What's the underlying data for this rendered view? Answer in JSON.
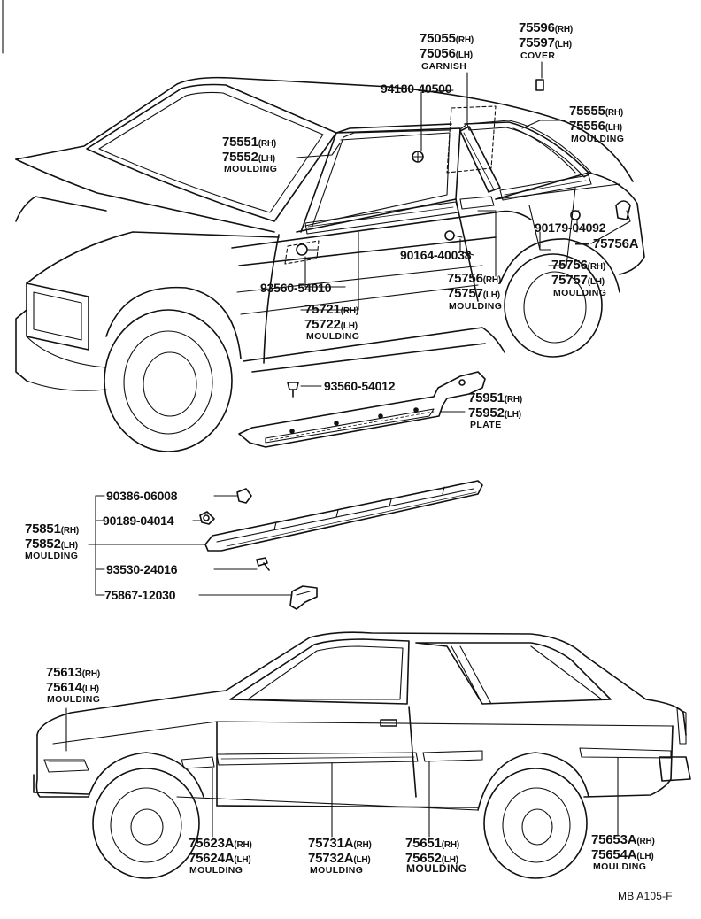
{
  "callouts": {
    "garnish": {
      "rh": "75055",
      "rh_side": "(RH)",
      "lh": "75056",
      "lh_side": "(LH)",
      "name": "GARNISH"
    },
    "cover": {
      "rh": "75596",
      "rh_side": "(RH)",
      "lh": "75597",
      "lh_side": "(LH)",
      "name": "COVER"
    },
    "clip_94180": "94180-40500",
    "moulding_75555": {
      "rh": "75555",
      "rh_side": "(RH)",
      "lh": "75556",
      "lh_side": "(LH)",
      "name": "MOULDING"
    },
    "moulding_75551": {
      "rh": "75551",
      "rh_side": "(RH)",
      "lh": "75552",
      "lh_side": "(LH)",
      "name": "MOULDING"
    },
    "clip_90179": "90179-04092",
    "part_75756A": "75756A",
    "clip_90164": "90164-40038",
    "moulding_75756_rear": {
      "rh": "75756",
      "rh_side": "(RH)",
      "lh": "75757",
      "lh_side": "(LH)",
      "name": "MOULDING"
    },
    "screw_93560_54010": "93560-54010",
    "moulding_75756_door": {
      "rh": "75756",
      "rh_side": "(RH)",
      "lh": "75757",
      "lh_side": "(LH)",
      "name": "MOULDING"
    },
    "moulding_75721": {
      "rh": "75721",
      "rh_side": "(RH)",
      "lh": "75722",
      "lh_side": "(LH)",
      "name": "MOULDING"
    },
    "screw_93560_54012": "93560-54012",
    "plate_75951": {
      "rh": "75951",
      "rh_side": "(RH)",
      "lh": "75952",
      "lh_side": "(LH)",
      "name": "PLATE"
    },
    "nut_90386": "90386-06008",
    "clip_90189": "90189-04014",
    "moulding_75851": {
      "rh": "75851",
      "rh_side": "(RH)",
      "lh": "75852",
      "lh_side": "(LH)",
      "name": "MOULDING"
    },
    "screw_93530": "93530-24016",
    "bracket_75867": "75867-12030",
    "moulding_75613": {
      "rh": "75613",
      "rh_side": "(RH)",
      "lh": "75614",
      "lh_side": "(LH)",
      "name": "MOULDING"
    },
    "moulding_75623A": {
      "rh": "75623A",
      "rh_side": "(RH)",
      "lh": "75624A",
      "lh_side": "(LH)",
      "name": "MOULDING"
    },
    "moulding_75731A": {
      "rh": "75731A",
      "rh_side": "(RH)",
      "lh": "75732A",
      "lh_side": "(LH)",
      "name": "MOULDING"
    },
    "moulding_75651": {
      "rh": "75651",
      "rh_side": "(RH)",
      "lh": "75652",
      "lh_side": "(LH)",
      "name": "MOULDING"
    },
    "moulding_75653A": {
      "rh": "75653A",
      "rh_side": "(RH)",
      "lh": "75654A",
      "lh_side": "(LH)",
      "name": "MOULDING"
    }
  },
  "figure_ref": "MB A105-F"
}
